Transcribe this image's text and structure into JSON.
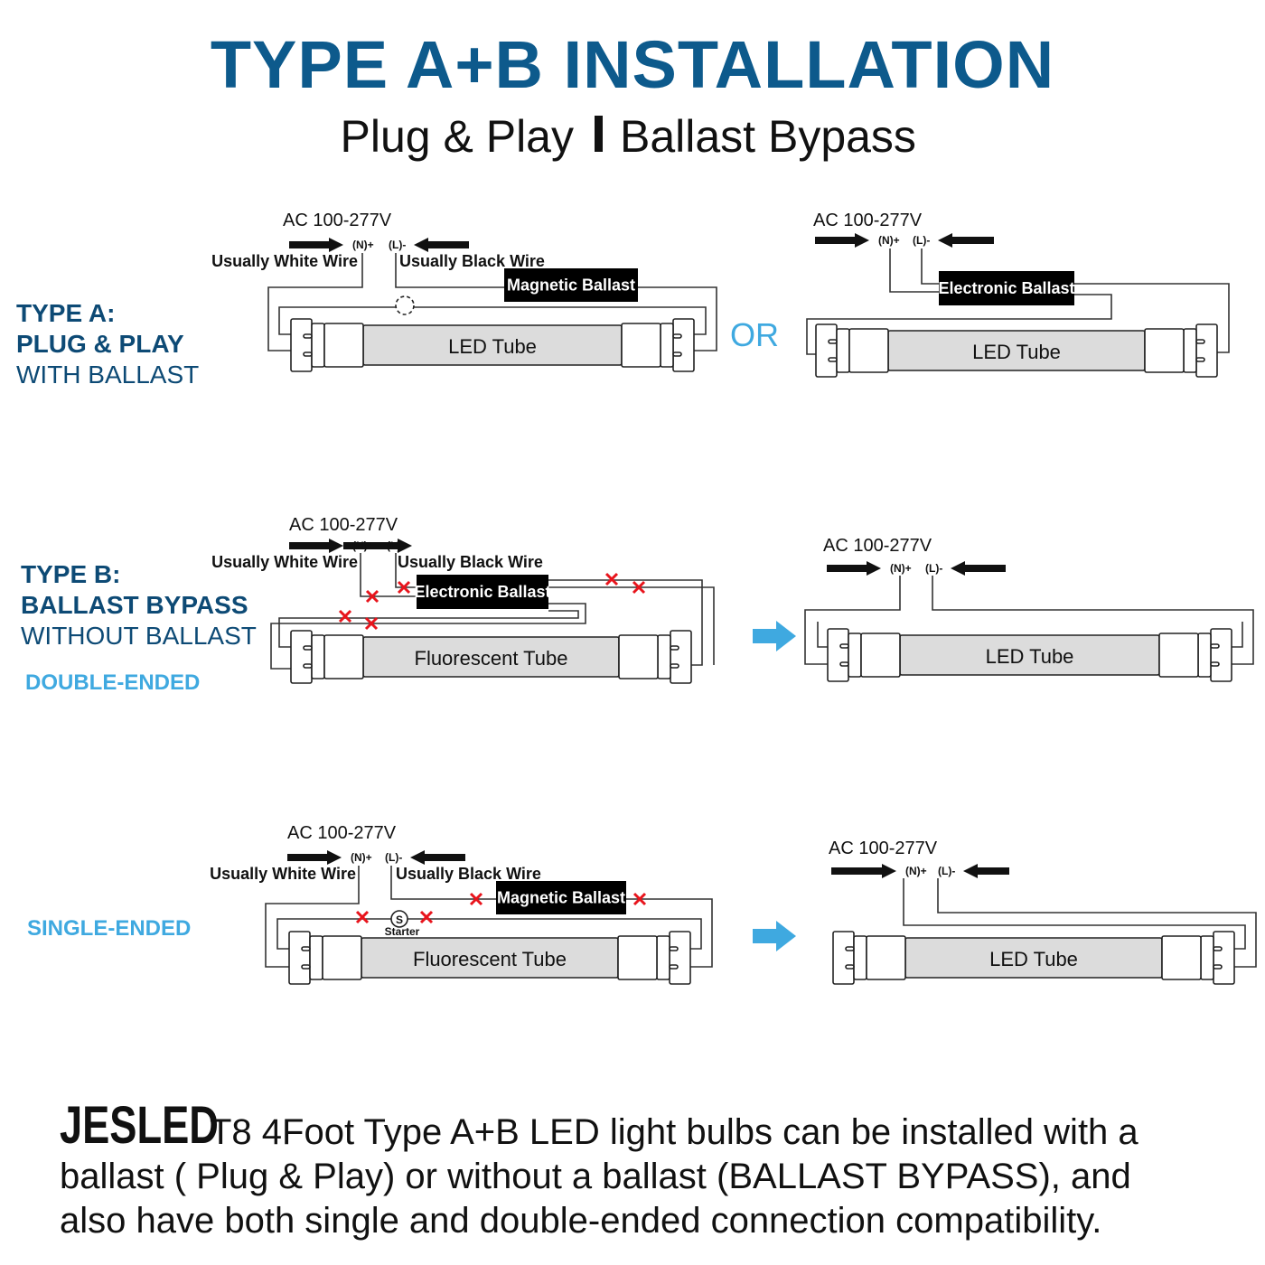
{
  "header": {
    "title": "TYPE A+B INSTALLATION",
    "subtitle_left": "Plug & Play",
    "subtitle_right": "Ballast Bypass"
  },
  "type_a": {
    "line1": "TYPE A:",
    "line2": "PLUG & PLAY",
    "line3": "WITH BALLAST",
    "or_label": "OR"
  },
  "type_b": {
    "line1": "TYPE B:",
    "line2": "BALLAST BYPASS",
    "line3": "WITHOUT BALLAST",
    "double_ended": "DOUBLE-ENDED",
    "single_ended": "SINGLE-ENDED"
  },
  "common": {
    "voltage": "AC 100-277V",
    "neutral": "(N)+",
    "live": "(L)-",
    "white_wire": "Usually White Wire",
    "black_wire": "Usually Black Wire",
    "magnetic_ballast": "Magnetic Ballast",
    "electronic_ballast": "Electronic Ballast",
    "led_tube": "LED Tube",
    "fluorescent_tube": "Fluorescent Tube",
    "starter_symbol": "S",
    "starter": "Starter"
  },
  "footer": {
    "brand": "JESLED",
    "line1": "T8 4Foot Type A+B LED light bulbs can be installed with a",
    "line2": "ballast ( Plug & Play) or without a ballast (BALLAST BYPASS), and",
    "line3": "also have both single and double-ended connection compatibility."
  },
  "colors": {
    "title": "#0d5a8c",
    "accent": "#3fa9e0",
    "cross": "#e8141c"
  }
}
